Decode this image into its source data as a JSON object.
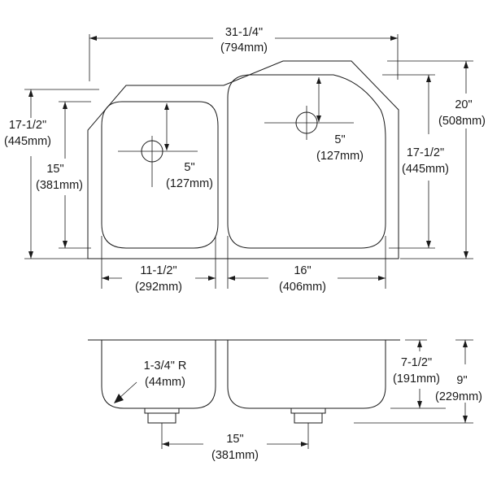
{
  "plan_view": {
    "overall_width": {
      "imperial": "31-1/4\"",
      "metric": "(794mm)"
    },
    "left_outer_depth": {
      "imperial": "17-1/2\"",
      "metric": "(445mm)"
    },
    "left_bowl_depth": {
      "imperial": "15\"",
      "metric": "(381mm)"
    },
    "left_drain_offset": {
      "imperial": "5\"",
      "metric": "(127mm)"
    },
    "right_drain_offset": {
      "imperial": "5\"",
      "metric": "(127mm)"
    },
    "right_bowl_depth": {
      "imperial": "17-1/2\"",
      "metric": "(445mm)"
    },
    "overall_depth": {
      "imperial": "20\"",
      "metric": "(508mm)"
    },
    "left_bowl_width": {
      "imperial": "11-1/2\"",
      "metric": "(292mm)"
    },
    "right_bowl_width": {
      "imperial": "16\"",
      "metric": "(406mm)"
    }
  },
  "section_view": {
    "corner_radius": {
      "imperial": "1-3/4\" R",
      "metric": "(44mm)"
    },
    "left_bowl_height": {
      "imperial": "7-1/2\"",
      "metric": "(191mm)"
    },
    "right_bowl_height": {
      "imperial": "9\"",
      "metric": "(229mm)"
    },
    "drain_spacing": {
      "imperial": "15\"",
      "metric": "(381mm)"
    }
  }
}
